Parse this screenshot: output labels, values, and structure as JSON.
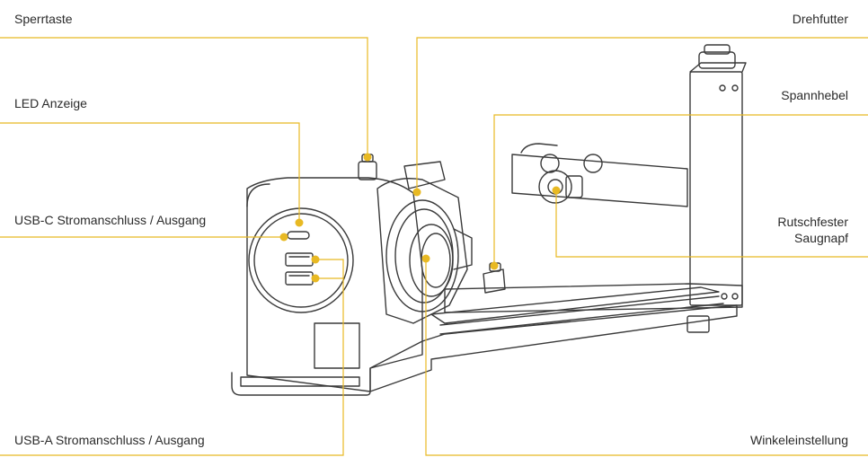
{
  "accent_color": "#e8b923",
  "line_color": "#e8b923",
  "drawing_color": "#3a3a3a",
  "labels": {
    "sperrtaste": "Sperrtaste",
    "led_anzeige": "LED Anzeige",
    "usb_c": "USB-C Stromanschluss / Ausgang",
    "usb_a": "USB-A Stromanschluss / Ausgang",
    "drehfutter": "Drehfutter",
    "spannhebel": "Spannhebel",
    "rutschfester_line1": "Rutschfester",
    "rutschfester_line2": "Saugnapf",
    "winkeleinstellung": "Winkeleinstellung"
  }
}
